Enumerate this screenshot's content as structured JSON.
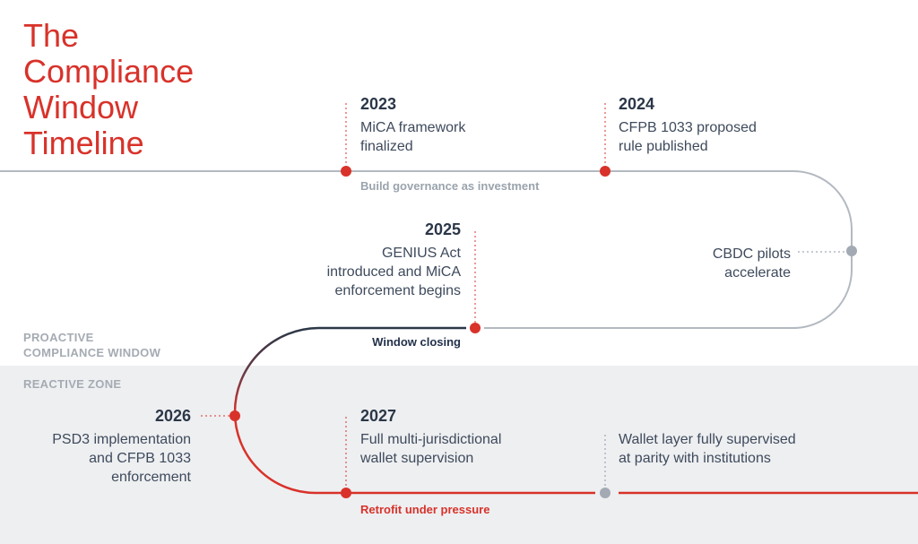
{
  "title_lines": [
    "The",
    "Compliance",
    "Window",
    "Timeline"
  ],
  "colors": {
    "accent_red": "#d8322a",
    "navy": "#2b3748",
    "track_gray": "#b3b9c1",
    "zone_bg": "#eeeff1"
  },
  "zones": {
    "proactive": [
      "PROACTIVE",
      "COMPLIANCE WINDOW"
    ],
    "reactive": "REACTIVE ZONE"
  },
  "phases": {
    "governance": "Build governance as investment",
    "closing": "Window closing",
    "retrofit": "Retrofit under pressure"
  },
  "milestones": {
    "m2023": {
      "year": "2023",
      "lines": [
        "MiCA framework",
        "finalized"
      ]
    },
    "m2024": {
      "year": "2024",
      "lines": [
        "CFPB 1033 proposed",
        "rule published"
      ]
    },
    "cbdc": {
      "lines": [
        "CBDC pilots",
        "accelerate"
      ]
    },
    "m2025": {
      "year": "2025",
      "lines": [
        "GENIUS Act",
        "introduced and MiCA",
        "enforcement begins"
      ]
    },
    "m2026": {
      "year": "2026",
      "lines": [
        "PSD3 implementation",
        "and CFPB 1033",
        "enforcement"
      ]
    },
    "m2027": {
      "year": "2027",
      "lines": [
        "Full multi-jurisdictional",
        "wallet supervision"
      ]
    },
    "wallet": {
      "lines": [
        "Wallet layer fully supervised",
        "at parity with institutions"
      ]
    }
  }
}
